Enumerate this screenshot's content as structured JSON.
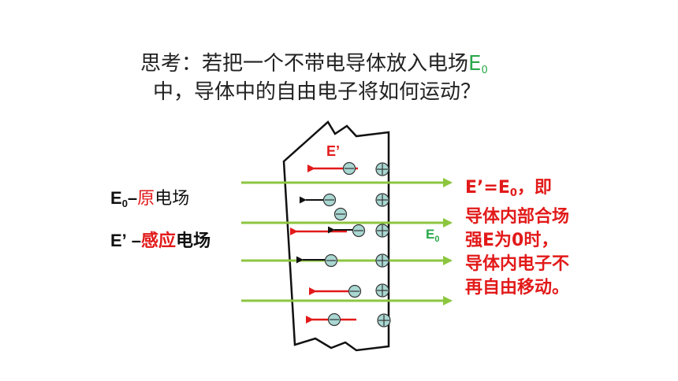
{
  "question": {
    "line1_prefix": "思考：若把一个不带电导体放入电场",
    "line1_field": "E",
    "line1_field_sub": "0",
    "line2": "中，导体中的自由电子将如何运动？"
  },
  "legend": {
    "original": {
      "symbol": "E",
      "sub": "0",
      "dash": "–",
      "word_red": "原",
      "word": "电场"
    },
    "induced": {
      "symbol": "E’",
      "dash": "–",
      "word_red": "感应",
      "word": "电场"
    }
  },
  "labels": {
    "induced_field": "E’",
    "external_field": "E",
    "external_field_sub": "0"
  },
  "note": {
    "line1_a": "E’=E",
    "line1_sub": "0",
    "line1_b": "，即",
    "line2": "导体内部合场",
    "line3": "强E为0时，",
    "line4": "导体内电子不",
    "line5": "再自由移动。"
  },
  "colors": {
    "field_line": "#8cc63f",
    "induced_arrow": "#e21a1a",
    "charge_fill": "#a9d7d2",
    "label_green": "#2aa84a",
    "label_red": "#e21a1a"
  }
}
